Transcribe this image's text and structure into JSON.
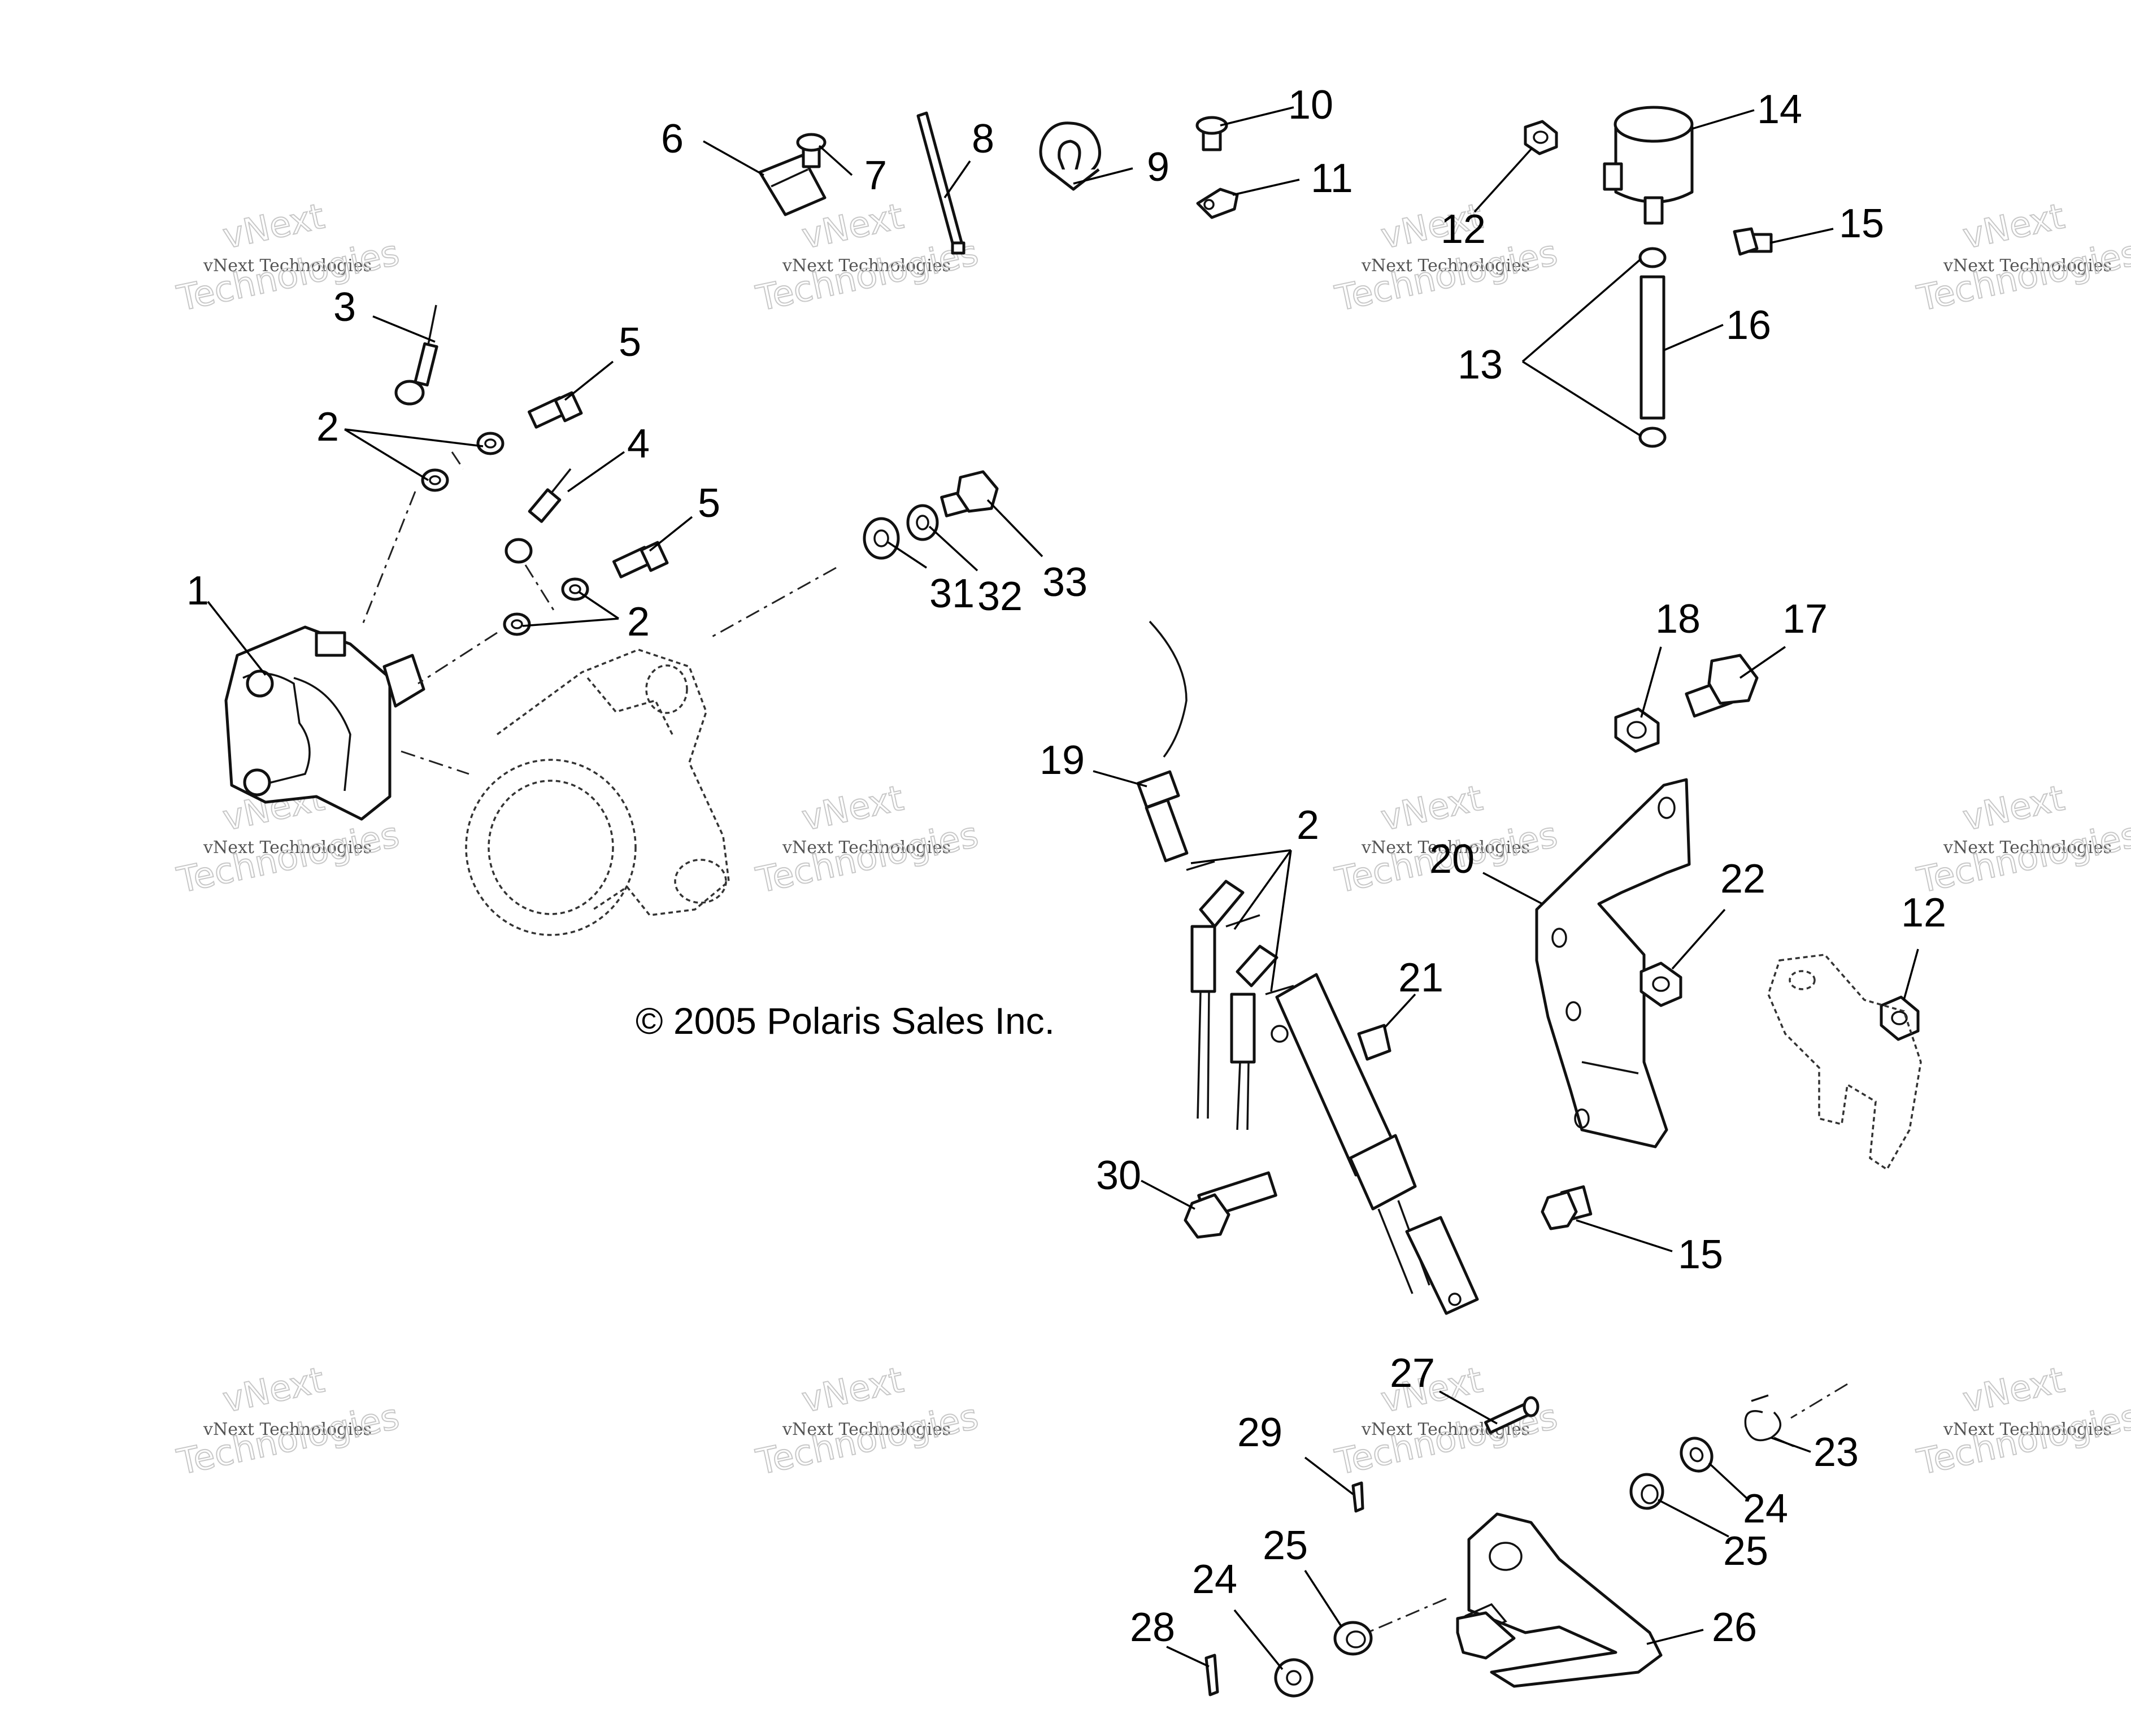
{
  "copyright": "© 2005 Polaris Sales Inc.",
  "watermark": {
    "line1": "vNext",
    "line2": "vNext Technologies",
    "line3": "Technologies"
  },
  "callouts": {
    "c1": "1",
    "c2a": "2",
    "c2b": "2",
    "c2c": "2",
    "c3": "3",
    "c4": "4",
    "c5a": "5",
    "c5b": "5",
    "c6": "6",
    "c7": "7",
    "c8": "8",
    "c9": "9",
    "c10": "10",
    "c11": "11",
    "c12a": "12",
    "c12b": "12",
    "c13": "13",
    "c14": "14",
    "c15a": "15",
    "c15b": "15",
    "c16": "16",
    "c17": "17",
    "c18": "18",
    "c19": "19",
    "c20": "20",
    "c21": "21",
    "c22": "22",
    "c23": "23",
    "c24a": "24",
    "c24b": "24",
    "c25a": "25",
    "c25b": "25",
    "c26": "26",
    "c27": "27",
    "c28": "28",
    "c29": "29",
    "c30": "30",
    "c31": "31",
    "c32": "32",
    "c33": "33"
  }
}
